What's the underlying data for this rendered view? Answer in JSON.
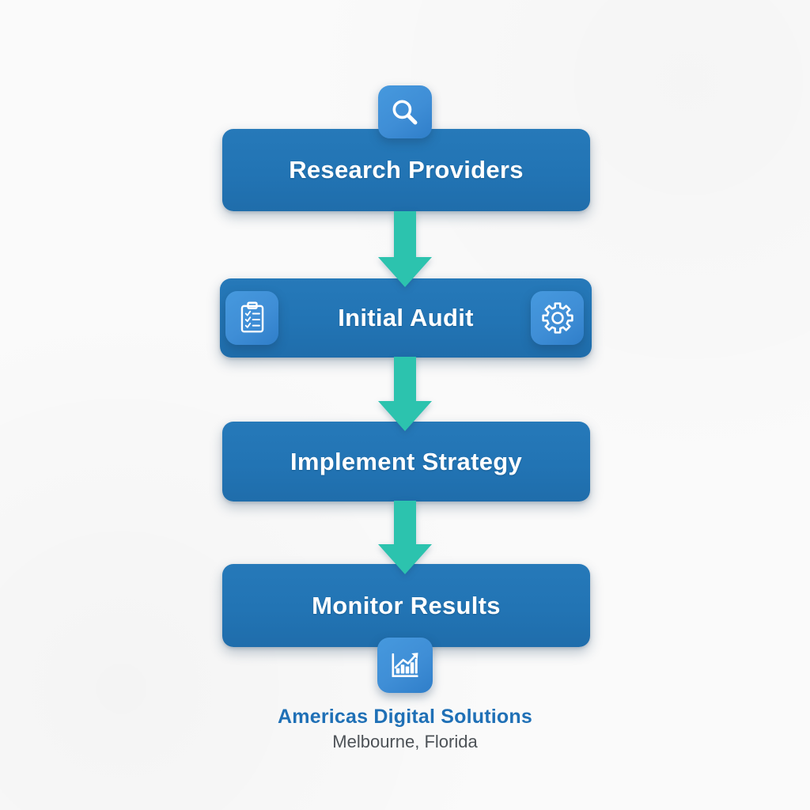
{
  "flowchart": {
    "steps": [
      {
        "label": "Research Providers",
        "icon_top": "search-icon"
      },
      {
        "label": "Initial Audit",
        "icon_left": "clipboard-checklist-icon",
        "icon_right": "gear-icon"
      },
      {
        "label": "Implement Strategy"
      },
      {
        "label": "Monitor Results",
        "icon_bottom": "bar-chart-growth-icon"
      }
    ],
    "connectors": [
      "down-arrow",
      "down-arrow",
      "down-arrow"
    ],
    "footer": {
      "company": "Americas Digital Solutions",
      "location": "Melbourne, Florida"
    },
    "colors": {
      "background": "#fafafa",
      "box_blue": "#2274b4",
      "badge_blue": "#3f8ed6",
      "arrow_teal": "#2cc3ae",
      "label_white": "#ffffff",
      "footer_blue": "#1f70b6",
      "footer_gray": "#4d5257"
    }
  }
}
